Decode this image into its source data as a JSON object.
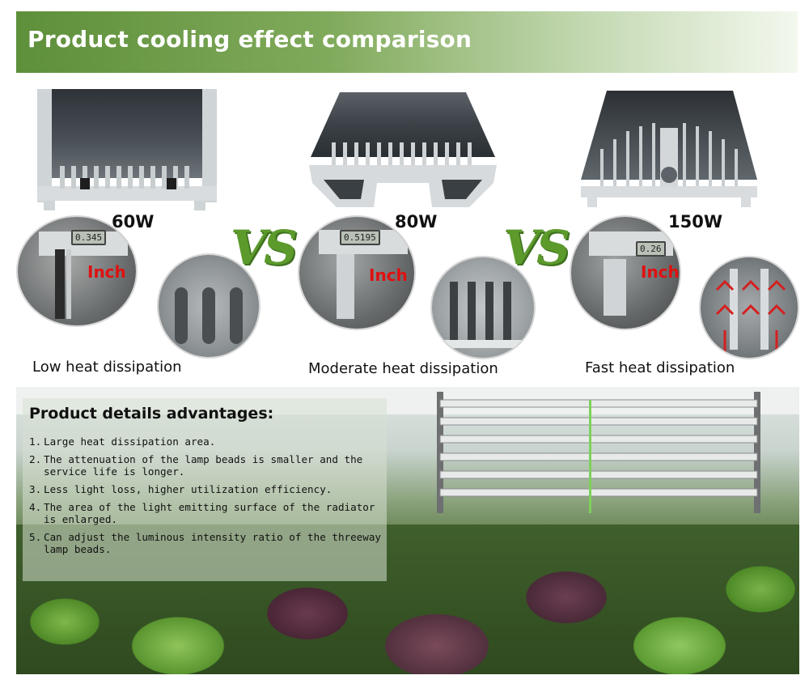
{
  "header": {
    "title": "Product cooling effect comparison"
  },
  "products": [
    {
      "watt": "60W",
      "measure_reading": "0.345",
      "unit_label": "Inch",
      "dissipation": "Low heat dissipation"
    },
    {
      "watt": "80W",
      "measure_reading": "0.5195",
      "unit_label": "Inch",
      "dissipation": "Moderate heat dissipation"
    },
    {
      "watt": "150W",
      "measure_reading": "0.26",
      "unit_label": "Inch",
      "dissipation": "Fast heat dissipation"
    }
  ],
  "vs_label": "VS",
  "details": {
    "title": "Product details advantages:",
    "items": [
      {
        "num": "1.",
        "text": "Large heat dissipation area."
      },
      {
        "num": "2.",
        "text": "The attenuation of the lamp beads is smaller and the service life is longer."
      },
      {
        "num": "3.",
        "text": "Less light loss, higher utilization efficiency."
      },
      {
        "num": "4.",
        "text": "The area of the light emitting surface of the radiator is enlarged."
      },
      {
        "num": "5.",
        "text": "Can adjust the luminous intensity ratio of the threeway lamp beads."
      }
    ]
  },
  "colors": {
    "header_green": "#5e8f3a",
    "vs_green": "#5c9a2c",
    "inch_red": "#e01010"
  }
}
